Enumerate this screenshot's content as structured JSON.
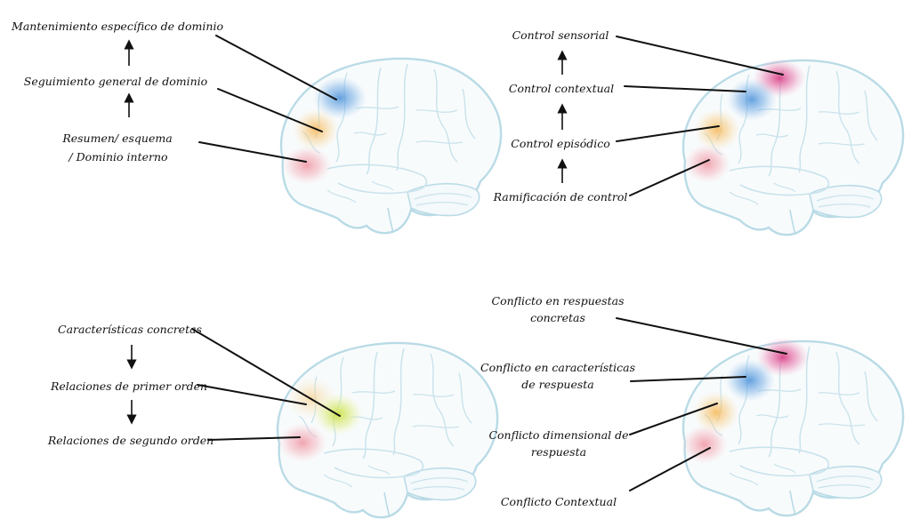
{
  "panels": {
    "top_left": {
      "labels": [
        "Mantenimiento específico de dominio",
        "Seguimiento general de dominio",
        "Resumen/ esquema",
        "/ Dominio interno"
      ]
    },
    "top_right": {
      "labels": [
        "Control sensorial",
        "Control contextual",
        "Control episódico",
        "Ramificación de control"
      ]
    },
    "bottom_left": {
      "labels": [
        "Características concretas",
        "Relaciones de primer orden",
        "Relaciones de segundo orden"
      ]
    },
    "bottom_right": {
      "labels": [
        "Conflicto en respuestas",
        "concretas",
        "Conflicto en características",
        "de respuesta",
        "Conflicto dimensional de",
        "respuesta",
        "Conflicto Contextual"
      ]
    }
  },
  "colors": {
    "brain_outline": "#b9dbe6",
    "brain_fill": "#f8fbfc",
    "sulci": "#c9e3ec",
    "blue_region": "#4a90d9",
    "orange_region": "#f7b24a",
    "red_region": "#ee7f8f",
    "magenta_region": "#d9307e",
    "yellow_region": "#cfe24a",
    "leader_lines": "#111111"
  }
}
